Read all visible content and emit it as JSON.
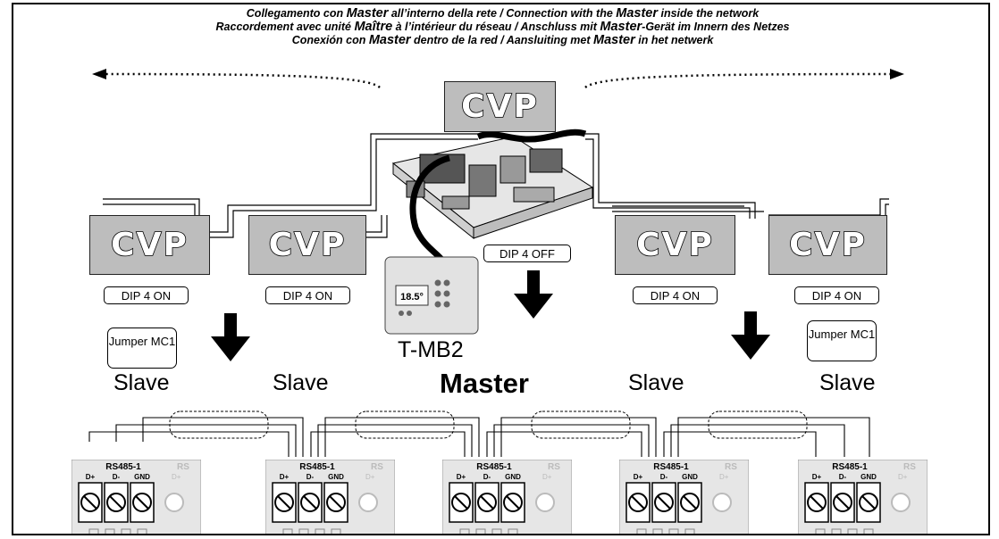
{
  "header": {
    "line1": {
      "a": "Collegamento con ",
      "b": "Master",
      "c": " all’interno della rete / Connection with the ",
      "d": "Master",
      "e": " inside the network"
    },
    "line2": {
      "a": "Raccordement avec unité ",
      "b": "Maître",
      "c": " à l’intérieur du réseau / Anschluss mit ",
      "d": "Master",
      "e": "-Gerät im Innern des Netzes"
    },
    "line3": {
      "a": "Conexión con ",
      "b": "Master",
      "c": " dentro de la red / Aansluiting met ",
      "d": "Master",
      "e": " in het netwerk"
    }
  },
  "units": {
    "cvp_label": "CVP",
    "dip_on": "DIP 4 ON",
    "dip_off": "DIP 4 OFF",
    "jumper": "Jumper MC1",
    "slave": "Slave",
    "master": "Master",
    "controller": "T-MB2",
    "controller_temp": "18.5°"
  },
  "terminal": {
    "bus": "RS485-1",
    "pins": [
      "D+",
      "D-",
      "GND"
    ],
    "next": "RS",
    "next_pin": "D+"
  },
  "colors": {
    "cvp_fill": "#bdbdbd",
    "board": "#e6e6e6",
    "wire": "#000000"
  }
}
